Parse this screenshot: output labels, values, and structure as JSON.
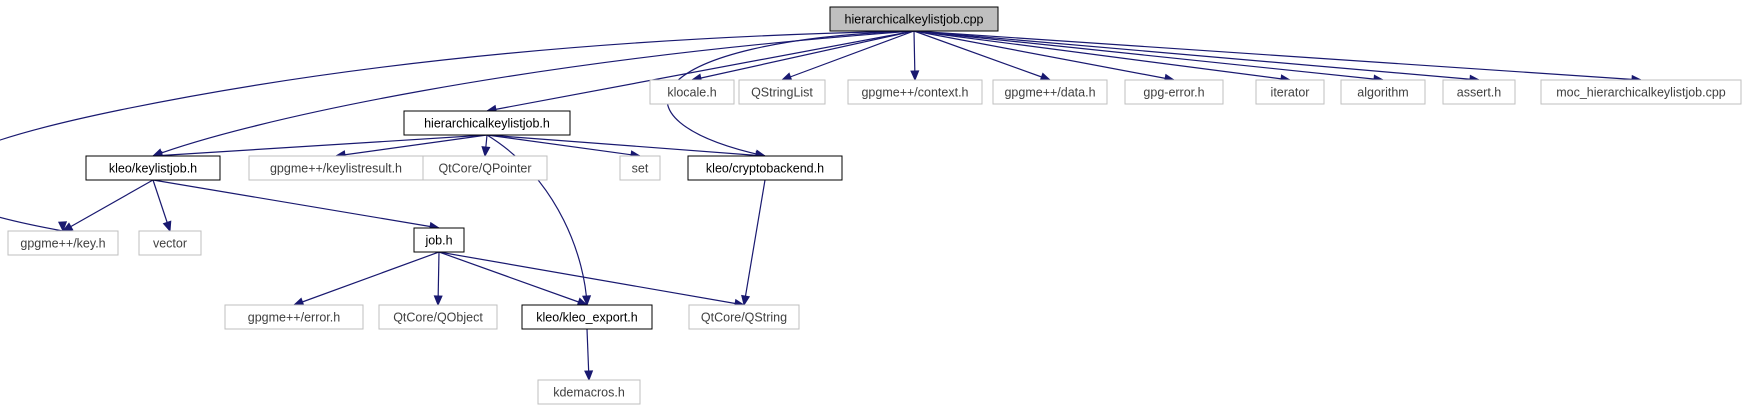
{
  "graph": {
    "colors": {
      "edge": "#191970",
      "root_fill": "#bfbfbf",
      "local_border": "#000000",
      "external_border": "#bfbfbf",
      "external_text": "#404040"
    },
    "nodes": [
      {
        "id": "root",
        "label": "hierarchicalkeylistjob.cpp",
        "kind": "root"
      },
      {
        "id": "hkj_h",
        "label": "hierarchicalkeylistjob.h",
        "kind": "local"
      },
      {
        "id": "klocale",
        "label": "klocale.h",
        "kind": "external"
      },
      {
        "id": "qstringlist",
        "label": "QStringList",
        "kind": "external"
      },
      {
        "id": "context",
        "label": "gpgme++/context.h",
        "kind": "external"
      },
      {
        "id": "data",
        "label": "gpgme++/data.h",
        "kind": "external"
      },
      {
        "id": "gpgerror",
        "label": "gpg-error.h",
        "kind": "external"
      },
      {
        "id": "iterator",
        "label": "iterator",
        "kind": "external"
      },
      {
        "id": "algorithm",
        "label": "algorithm",
        "kind": "external"
      },
      {
        "id": "assert",
        "label": "assert.h",
        "kind": "external"
      },
      {
        "id": "moc",
        "label": "moc_hierarchicalkeylistjob.cpp",
        "kind": "external"
      },
      {
        "id": "keylistjob",
        "label": "kleo/keylistjob.h",
        "kind": "local"
      },
      {
        "id": "keylistresult",
        "label": "gpgme++/keylistresult.h",
        "kind": "external"
      },
      {
        "id": "qpointer",
        "label": "QtCore/QPointer",
        "kind": "external"
      },
      {
        "id": "set",
        "label": "set",
        "kind": "external"
      },
      {
        "id": "cryptobackend",
        "label": "kleo/cryptobackend.h",
        "kind": "local"
      },
      {
        "id": "key",
        "label": "gpgme++/key.h",
        "kind": "external"
      },
      {
        "id": "vector",
        "label": "vector",
        "kind": "external"
      },
      {
        "id": "job",
        "label": "job.h",
        "kind": "local"
      },
      {
        "id": "error",
        "label": "gpgme++/error.h",
        "kind": "external"
      },
      {
        "id": "qobject",
        "label": "QtCore/QObject",
        "kind": "external"
      },
      {
        "id": "kleoexport",
        "label": "kleo/kleo_export.h",
        "kind": "local"
      },
      {
        "id": "qstring",
        "label": "QtCore/QString",
        "kind": "external"
      },
      {
        "id": "kdemacros",
        "label": "kdemacros.h",
        "kind": "external"
      }
    ],
    "edges": [
      [
        "root",
        "hkj_h"
      ],
      [
        "root",
        "klocale"
      ],
      [
        "root",
        "qstringlist"
      ],
      [
        "root",
        "context"
      ],
      [
        "root",
        "data"
      ],
      [
        "root",
        "gpgerror"
      ],
      [
        "root",
        "iterator"
      ],
      [
        "root",
        "algorithm"
      ],
      [
        "root",
        "assert"
      ],
      [
        "root",
        "moc"
      ],
      [
        "root",
        "keylistjob"
      ],
      [
        "root",
        "key"
      ],
      [
        "root",
        "cryptobackend"
      ],
      [
        "hkj_h",
        "keylistjob"
      ],
      [
        "hkj_h",
        "keylistresult"
      ],
      [
        "hkj_h",
        "qpointer"
      ],
      [
        "hkj_h",
        "set"
      ],
      [
        "hkj_h",
        "cryptobackend"
      ],
      [
        "hkj_h",
        "kleoexport"
      ],
      [
        "keylistjob",
        "key"
      ],
      [
        "keylistjob",
        "vector"
      ],
      [
        "keylistjob",
        "job"
      ],
      [
        "cryptobackend",
        "qstring"
      ],
      [
        "job",
        "error"
      ],
      [
        "job",
        "qobject"
      ],
      [
        "job",
        "kleoexport"
      ],
      [
        "job",
        "qstring"
      ],
      [
        "kleoexport",
        "kdemacros"
      ]
    ]
  }
}
